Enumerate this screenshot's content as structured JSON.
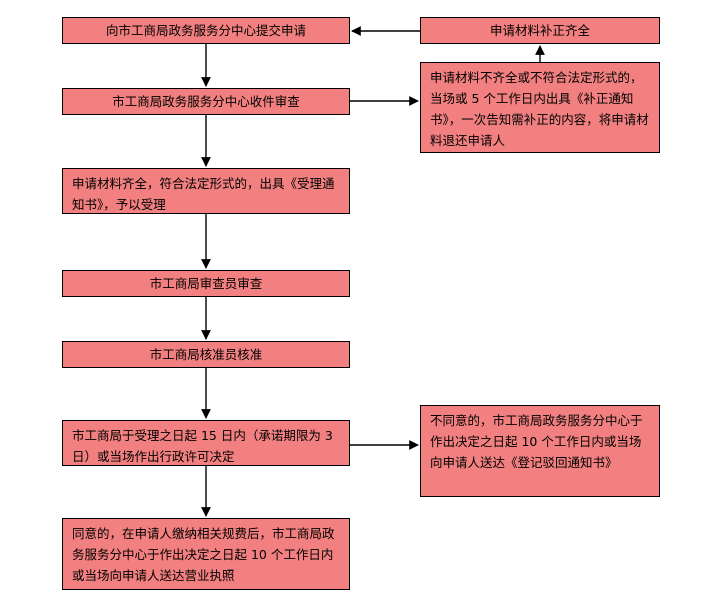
{
  "diagram": {
    "type": "flowchart",
    "colors": {
      "box_fill": "#f28080",
      "box_border": "#000000",
      "arrow": "#000000",
      "text": "#000000",
      "background": "#ffffff"
    },
    "nodes": {
      "submit_application": {
        "label": "向市工商局政务服务分中心提交申请"
      },
      "intake_review": {
        "label": "市工商局政务服务分中心收件审查"
      },
      "acceptance_notice": {
        "label": "申请材料齐全，符合法定形式的，出具《受理通知书》，予以受理"
      },
      "examiner_review": {
        "label": "市工商局审查员审查"
      },
      "approver_approval": {
        "label": "市工商局核准员核准"
      },
      "license_decision": {
        "label": "市工商局于受理之日起 15 日内（承诺期限为 3 日）或当场作出行政许可决定"
      },
      "license_delivery": {
        "label": "同意的，在申请人缴纳相关规费后，市工商局政务服务分中心于作出决定之日起 10 个工作日内或当场向申请人送达营业执照"
      },
      "supplement_complete": {
        "label": "申请材料补正齐全"
      },
      "supplement_notice": {
        "label": "申请材料不齐全或不符合法定形式的，当场或 5 个工作日内出具《补正通知书》，一次告知需补正的内容，将申请材料退还申请人"
      },
      "rejection_notice": {
        "label": "不同意的，市工商局政务服务分中心于作出决定之日起 10 个工作日内或当场向申请人送达《登记驳回通知书》"
      }
    },
    "edges": [
      {
        "from": "submit_application",
        "to": "intake_review"
      },
      {
        "from": "intake_review",
        "to": "acceptance_notice"
      },
      {
        "from": "intake_review",
        "to": "supplement_notice"
      },
      {
        "from": "supplement_notice",
        "to": "supplement_complete"
      },
      {
        "from": "supplement_complete",
        "to": "submit_application"
      },
      {
        "from": "acceptance_notice",
        "to": "examiner_review"
      },
      {
        "from": "examiner_review",
        "to": "approver_approval"
      },
      {
        "from": "approver_approval",
        "to": "license_decision"
      },
      {
        "from": "license_decision",
        "to": "license_delivery"
      },
      {
        "from": "license_decision",
        "to": "rejection_notice"
      }
    ]
  }
}
